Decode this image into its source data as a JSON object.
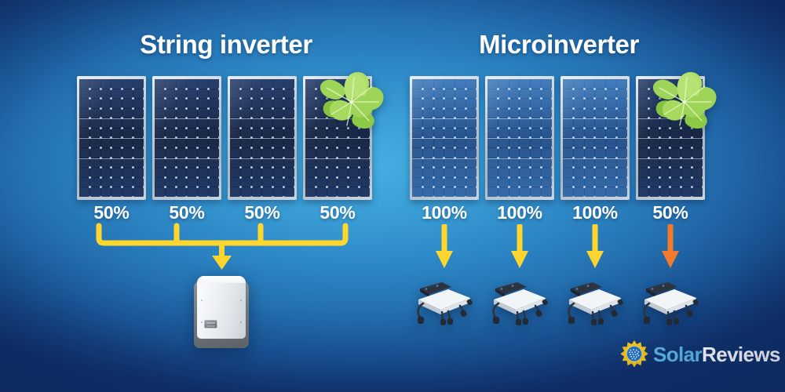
{
  "meta": {
    "background_outer": "#10306a",
    "background_inner": "#45aee0"
  },
  "headings": {
    "left": "String inverter",
    "right": "Microinverter"
  },
  "colors": {
    "arrow_yellow": "#ffd62e",
    "arrow_orange": "#f4792b",
    "panel_dark": "#101f3f",
    "panel_lit": "#1a4f90",
    "leaf_green": "#8fc94a",
    "logo_solar": "#5bb8e8",
    "logo_reviews": "#ffffff",
    "sun_yellow": "#f5c518"
  },
  "string_section": {
    "panels": [
      {
        "label": "50%",
        "state": "shaded",
        "leaf": false
      },
      {
        "label": "50%",
        "state": "shaded",
        "leaf": false
      },
      {
        "label": "50%",
        "state": "shaded",
        "leaf": false
      },
      {
        "label": "50%",
        "state": "shaded",
        "leaf": true
      }
    ],
    "connector": "bracket-to-single-arrow",
    "arrow_color": "#ffd62e",
    "device": "string-inverter",
    "device_count": 1
  },
  "micro_section": {
    "panels": [
      {
        "label": "100%",
        "state": "lit",
        "leaf": false
      },
      {
        "label": "100%",
        "state": "lit",
        "leaf": false
      },
      {
        "label": "100%",
        "state": "lit",
        "leaf": false
      },
      {
        "label": "50%",
        "state": "shaded",
        "leaf": true
      }
    ],
    "connector": "independent-arrows",
    "arrow_colors": [
      "#ffd62e",
      "#ffd62e",
      "#ffd62e",
      "#f4792b"
    ],
    "device": "microinverter",
    "device_count": 4
  },
  "logo": {
    "word_one": "Solar",
    "word_two": "Reviews",
    "icon": "sun-icon"
  }
}
